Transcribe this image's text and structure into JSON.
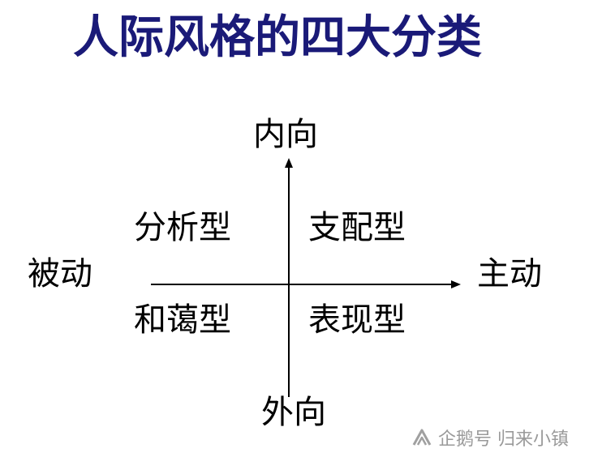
{
  "title": "人际风格的四大分类",
  "axes": {
    "top": "内向",
    "bottom": "外向",
    "left": "被动",
    "right": "主动"
  },
  "quadrants": {
    "top_left": "分析型",
    "top_right": "支配型",
    "bottom_left": "和蔼型",
    "bottom_right": "表现型"
  },
  "watermark": {
    "text": "企鹅号 归来小镇",
    "icon": "penguin-logo-icon"
  }
}
